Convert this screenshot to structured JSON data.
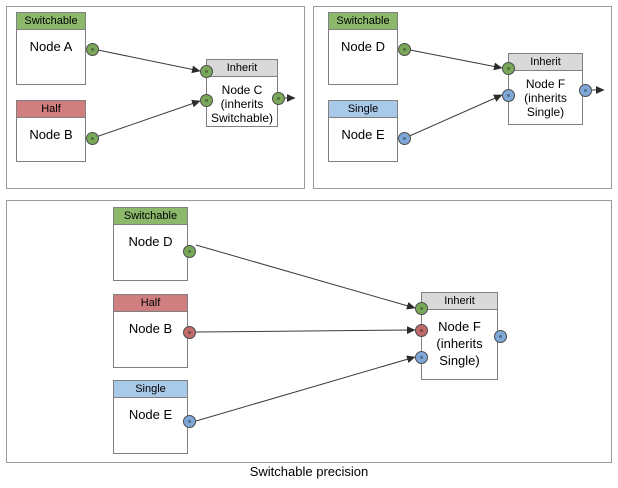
{
  "diagram": {
    "caption": "Switchable precision",
    "colors": {
      "switchable_header": "#8cb86c",
      "half_header": "#cf7f7f",
      "single_header": "#a9c9e8",
      "inherit_header": "#d9d9d9",
      "port_green": "#7aa85a",
      "port_red": "#c06a6a",
      "port_blue": "#7fa8d8",
      "edge_line": "#3c3c3c",
      "box_border": "#808080",
      "panel_border": "#9a9a9a",
      "background": "#ffffff"
    },
    "panels": [
      {
        "id": "panel-top-left",
        "nodes": [
          {
            "id": "node-a",
            "header": "Switchable",
            "header_kind": "green",
            "body": "Node A"
          },
          {
            "id": "node-b",
            "header": "Half",
            "header_kind": "red",
            "body": "Node B"
          },
          {
            "id": "node-c",
            "header": "Inherit",
            "header_kind": "gray",
            "body": "Node C\n(inherits\nSwitchable)"
          }
        ],
        "ports": [
          {
            "id": "node-a-out",
            "color": "green"
          },
          {
            "id": "node-b-out",
            "color": "green"
          },
          {
            "id": "node-c-in-1",
            "color": "green"
          },
          {
            "id": "node-c-in-2",
            "color": "green"
          },
          {
            "id": "node-c-out",
            "color": "green"
          }
        ],
        "edges": [
          {
            "from": "node-a-out",
            "to": "node-c-in-1"
          },
          {
            "from": "node-b-out",
            "to": "node-c-in-2"
          },
          {
            "from": "node-c-out",
            "to": "panel-edge"
          }
        ]
      },
      {
        "id": "panel-top-right",
        "nodes": [
          {
            "id": "node-d",
            "header": "Switchable",
            "header_kind": "green",
            "body": "Node D"
          },
          {
            "id": "node-e",
            "header": "Single",
            "header_kind": "blue",
            "body": "Node E"
          },
          {
            "id": "node-f",
            "header": "Inherit",
            "header_kind": "gray",
            "body": "Node F\n(inherits\nSingle)"
          }
        ],
        "ports": [
          {
            "id": "node-d-out",
            "color": "green"
          },
          {
            "id": "node-e-out",
            "color": "blue"
          },
          {
            "id": "node-f-in-1",
            "color": "green"
          },
          {
            "id": "node-f-in-2",
            "color": "blue"
          },
          {
            "id": "node-f-out",
            "color": "blue"
          }
        ],
        "edges": [
          {
            "from": "node-d-out",
            "to": "node-f-in-1"
          },
          {
            "from": "node-e-out",
            "to": "node-f-in-2"
          },
          {
            "from": "node-f-out",
            "to": "panel-edge"
          }
        ]
      },
      {
        "id": "panel-bottom",
        "nodes": [
          {
            "id": "node-d2",
            "header": "Switchable",
            "header_kind": "green",
            "body": "Node D"
          },
          {
            "id": "node-b2",
            "header": "Half",
            "header_kind": "red",
            "body": "Node B"
          },
          {
            "id": "node-e2",
            "header": "Single",
            "header_kind": "blue",
            "body": "Node E"
          },
          {
            "id": "node-f2",
            "header": "Inherit",
            "header_kind": "gray",
            "body": "Node F\n(inherits\nSingle)"
          }
        ],
        "ports": [
          {
            "id": "node-d2-out",
            "color": "green"
          },
          {
            "id": "node-b2-out",
            "color": "red"
          },
          {
            "id": "node-e2-out",
            "color": "blue"
          },
          {
            "id": "node-f2-in-1",
            "color": "green"
          },
          {
            "id": "node-f2-in-2",
            "color": "red"
          },
          {
            "id": "node-f2-in-3",
            "color": "blue"
          },
          {
            "id": "node-f2-out",
            "color": "blue"
          }
        ],
        "edges": [
          {
            "from": "node-d2-out",
            "to": "node-f2-in-1"
          },
          {
            "from": "node-b2-out",
            "to": "node-f2-in-2"
          },
          {
            "from": "node-e2-out",
            "to": "node-f2-in-3"
          }
        ]
      }
    ]
  }
}
